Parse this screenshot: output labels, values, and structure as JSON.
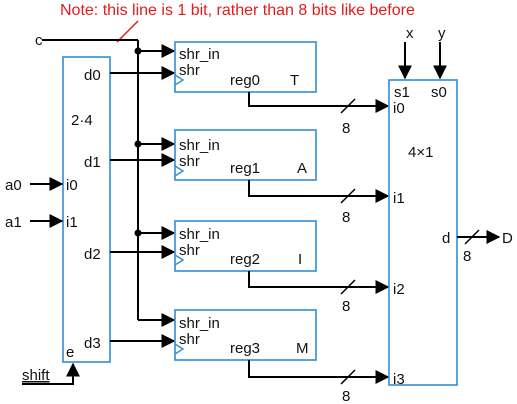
{
  "note": "Note: this line is 1 bit, rather than 8 bits like before",
  "inputs": {
    "c": "c",
    "a0": "a0",
    "a1": "a1",
    "shift": "shift",
    "x": "x",
    "y": "y"
  },
  "decoder": {
    "label": "2·4",
    "in0": "i0",
    "in1": "i1",
    "enable": "e",
    "outputs": [
      "d0",
      "d1",
      "d2",
      "d3"
    ]
  },
  "registers": [
    {
      "in_label": "shr_in",
      "shr_label": "shr",
      "name": "reg0",
      "tag": "T",
      "width": "8"
    },
    {
      "in_label": "shr_in",
      "shr_label": "shr",
      "name": "reg1",
      "tag": "A",
      "width": "8"
    },
    {
      "in_label": "shr_in",
      "shr_label": "shr",
      "name": "reg2",
      "tag": "I",
      "width": "8"
    },
    {
      "in_label": "shr_in",
      "shr_label": "shr",
      "name": "reg3",
      "tag": "M",
      "width": "8"
    }
  ],
  "mux": {
    "label": "4×1",
    "s1": "s1",
    "s0": "s0",
    "inputs": [
      "i0",
      "i1",
      "i2",
      "i3"
    ],
    "out": "d",
    "out_width": "8",
    "out_name": "D"
  },
  "colors": {
    "note": "#e21b1b",
    "box": "#2f8ed6",
    "wire": "#000000"
  }
}
